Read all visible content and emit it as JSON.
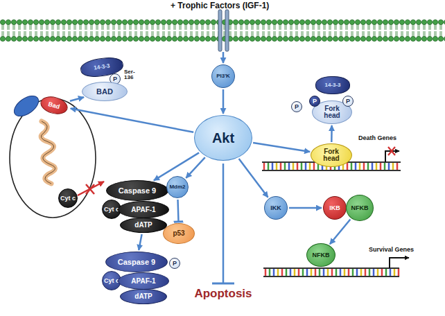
{
  "diagram": {
    "nodes": [
      {
        "text": [
          "14-3-3"
        ]
      },
      {
        "text": [
          "P"
        ]
      },
      {
        "text": [
          "BAD"
        ]
      },
      {
        "text": [
          "Bad"
        ]
      },
      {
        "text": [
          "Cyt c"
        ]
      },
      {
        "text": [
          "Caspase 9"
        ]
      },
      {
        "text": [
          "Cyt c"
        ]
      },
      {
        "text": [
          "APAF-1"
        ]
      },
      {
        "text": [
          "dATP"
        ]
      },
      {
        "text": [
          "Caspase 9"
        ]
      },
      {
        "text": [
          "Cyt c"
        ]
      },
      {
        "text": [
          "APAF-1"
        ]
      },
      {
        "text": [
          "dATP"
        ]
      },
      {
        "text": [
          "P"
        ]
      },
      {
        "text": [
          "PI3'K"
        ]
      },
      {
        "text": [
          "Akt"
        ]
      },
      {
        "text": [
          "Mdm2"
        ]
      },
      {
        "text": [
          "p53"
        ]
      },
      {
        "text": [
          "IKK"
        ]
      },
      {
        "text": [
          "IKB"
        ]
      },
      {
        "text": [
          "NFKB"
        ]
      },
      {
        "text": [
          "NFKB"
        ]
      },
      {
        "text": [
          "Fork head"
        ]
      },
      {
        "text": [
          "Fork head"
        ]
      },
      {
        "text": [
          "14-3-3"
        ]
      },
      {
        "text": [
          "P"
        ]
      },
      {
        "text": [
          "P"
        ]
      },
      {
        "text": [
          "P"
        ]
      }
    ],
    "edges": [
      {
        "from": 14,
        "to": 15,
        "arrow": "to"
      },
      {
        "from": 15,
        "to": 3,
        "arrow": "to"
      },
      {
        "from": 3,
        "to": 2,
        "arrow": "to"
      },
      {
        "from": 15,
        "to": 5,
        "arrow": "to"
      },
      {
        "from": 8,
        "to": 9,
        "arrow": "to"
      },
      {
        "from": 15,
        "to": 16,
        "arrow": "to"
      },
      {
        "from": 16,
        "to": 17,
        "arrow": "to"
      },
      {
        "from": 15,
        "to": 18,
        "arrow": "to"
      },
      {
        "from": 18,
        "to": 19,
        "arrow": "to"
      },
      {
        "from": 20,
        "to": 21,
        "arrow": "to"
      },
      {
        "from": 15,
        "to": 22,
        "arrow": "to"
      },
      {
        "from": 22,
        "to": 23,
        "arrow": "to"
      }
    ],
    "labels": [
      "+ Trophic Factors (IGF-1)",
      "Ser-136",
      "Death Genes",
      "Survival Genes",
      "Apoptosis"
    ]
  }
}
